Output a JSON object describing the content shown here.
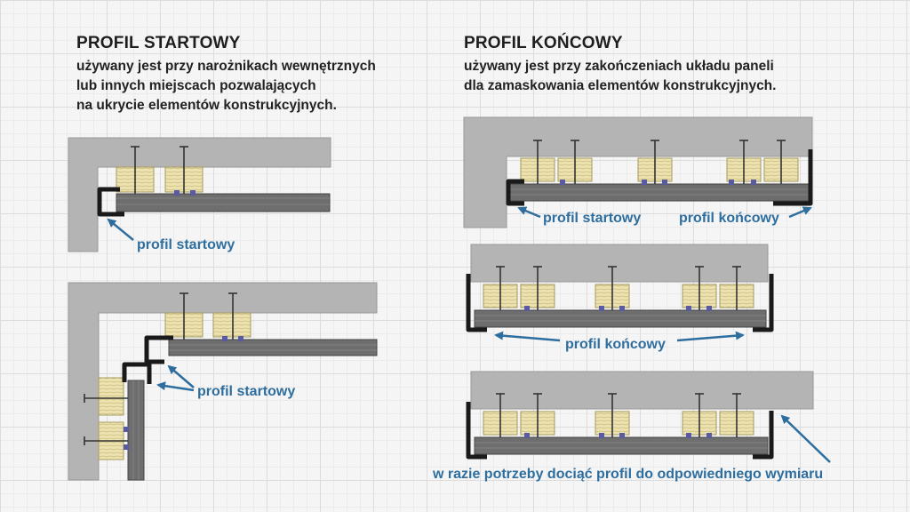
{
  "left": {
    "title": "PROFIL STARTOWY",
    "description": [
      "używany jest przy narożnikach wewnętrznych",
      "lub innych miejscach pozwalających",
      "na ukrycie elementów konstrukcyjnych."
    ],
    "diagram1_label": "profil startowy",
    "diagram2_label": "profil startowy"
  },
  "right": {
    "title": "PROFIL KOŃCOWY",
    "description": [
      "używany jest przy zakończeniach układu paneli",
      "dla zamaskowania elementów konstrukcyjnych."
    ],
    "diagram1_label_left": "profil startowy",
    "diagram1_label_right": "profil końcowy",
    "diagram2_label": "profil końcowy",
    "diagram3_label": "w razie potrzeby dociąć profil do odpowiedniego wymiaru"
  },
  "colors": {
    "wall": "#b4b4b4",
    "panel": "#6e6e6e",
    "profile": "#1a1a1a",
    "batten": "#ede3b0",
    "label": "#2e6e9e",
    "clip": "#5a5aa0"
  }
}
